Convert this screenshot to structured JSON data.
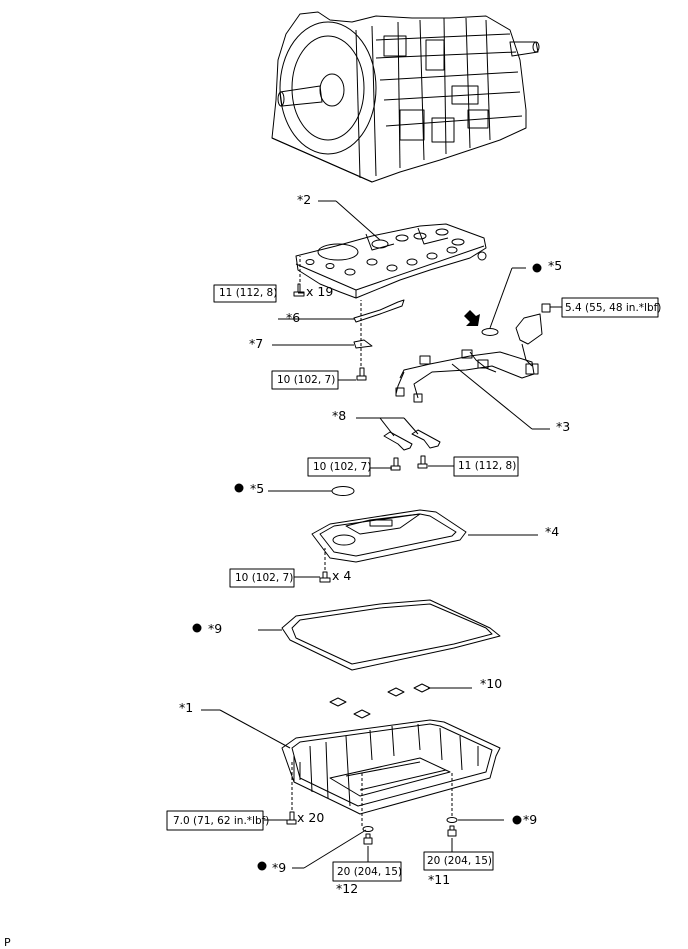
{
  "torques": {
    "t1": "11 (112, 8)",
    "t2": "10 (102, 7)",
    "t3": "5.4 (55, 48 in.*lbf)",
    "t4": "10 (102, 7)",
    "t5": "11 (112, 8)",
    "t6": "10 (102, 7)",
    "t7": "7.0 (71, 62 in.*lbf)",
    "t8": "20 (204, 15)",
    "t9": "20 (204, 15)"
  },
  "quantities": {
    "q19": "x 19",
    "q4": "x 4",
    "q20": "x 20"
  },
  "callouts": {
    "c2": "*2",
    "c6": "*6",
    "c7": "*7",
    "c5a": "*5",
    "c3": "*3",
    "c8": "*8",
    "c5b": "*5",
    "c4": "*4",
    "c9a": "*9",
    "c10": "*10",
    "c1": "*1",
    "c9b": "*9",
    "c9c": "*9",
    "c12": "*12",
    "c11": "*11"
  },
  "corner_code": "P"
}
